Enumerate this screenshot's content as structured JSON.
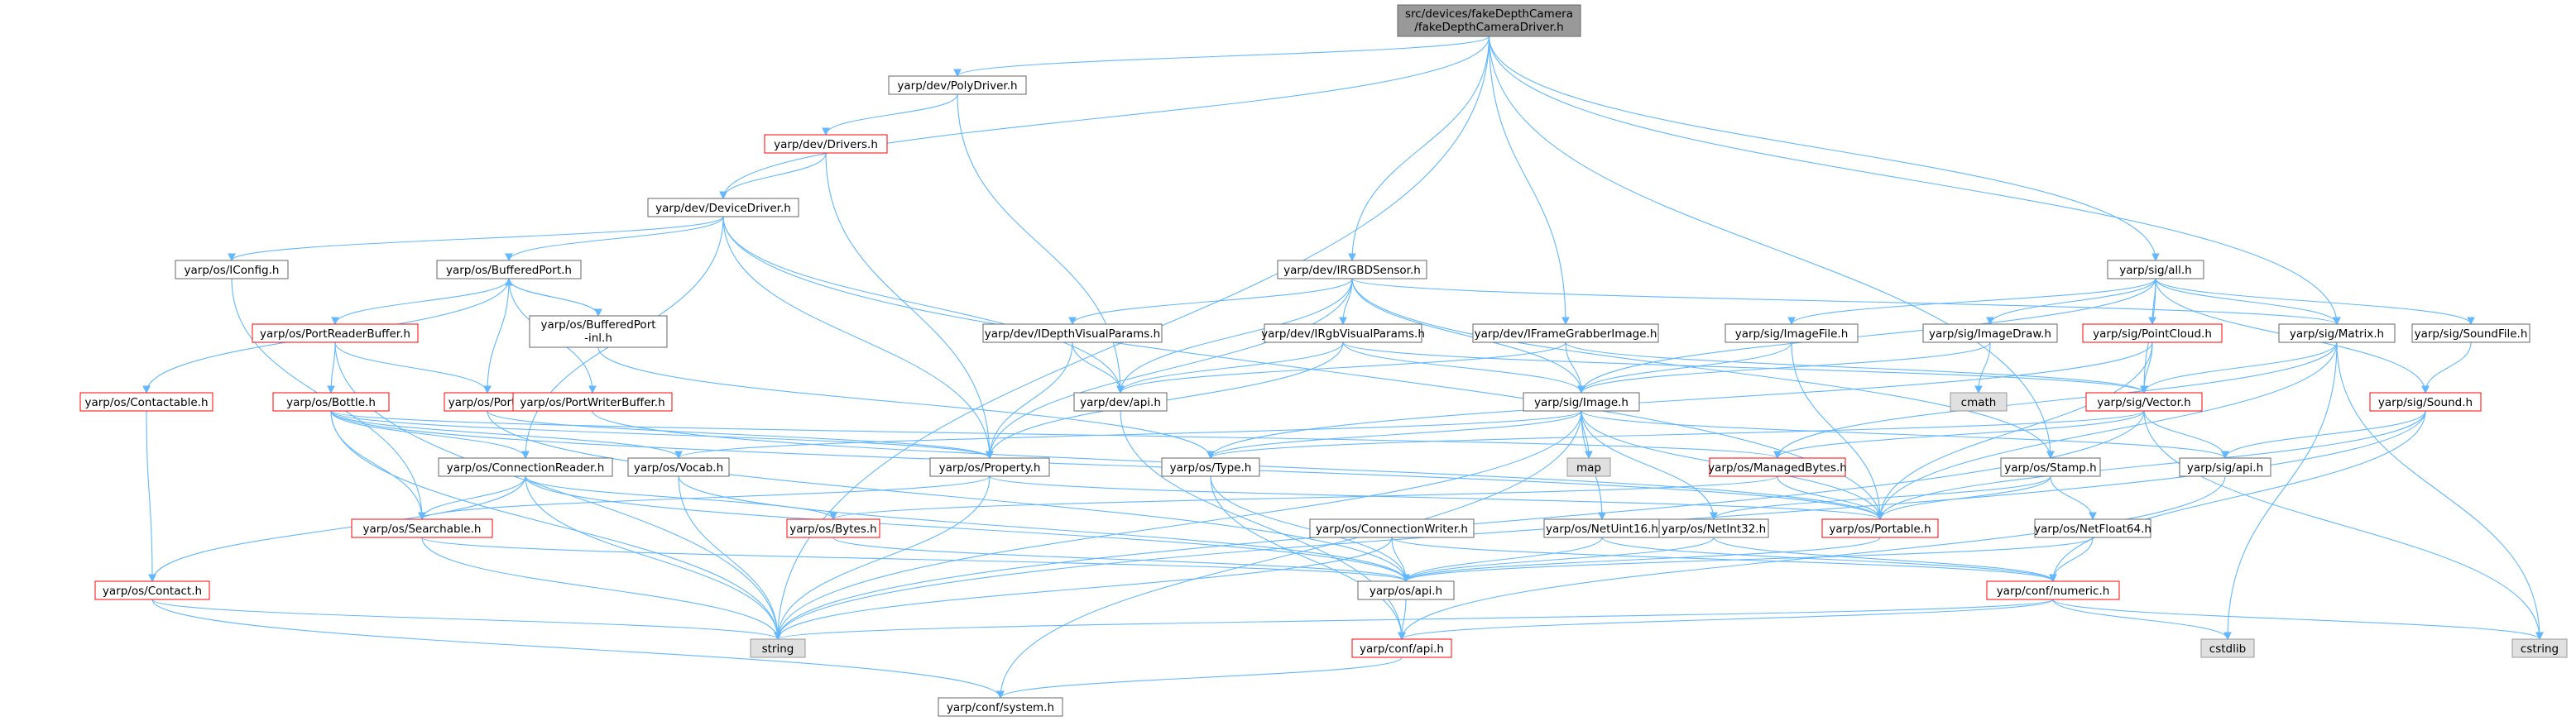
{
  "colors": {
    "edge": "#63b8ff",
    "root_fill": "#999999",
    "root_stroke": "#666666",
    "node_stroke_normal": "#666666",
    "node_stroke_truncated": "#ff0000",
    "node_fill": "#ffffff",
    "external_fill": "#e0e0e0",
    "external_stroke": "#999999"
  },
  "nodes": [
    {
      "id": "root",
      "label": [
        "src/devices/fakeDepthCamera",
        "/fakeDepthCameraDriver.h"
      ],
      "kind": "root"
    },
    {
      "id": "polydriver",
      "label": [
        "yarp/dev/PolyDriver.h"
      ],
      "kind": "normal"
    },
    {
      "id": "drivers",
      "label": [
        "yarp/dev/Drivers.h"
      ],
      "kind": "truncated"
    },
    {
      "id": "devicedriver",
      "label": [
        "yarp/dev/DeviceDriver.h"
      ],
      "kind": "normal"
    },
    {
      "id": "iconfig",
      "label": [
        "yarp/os/IConfig.h"
      ],
      "kind": "normal"
    },
    {
      "id": "bufferedport",
      "label": [
        "yarp/os/BufferedPort.h"
      ],
      "kind": "normal"
    },
    {
      "id": "portreaderbuffer",
      "label": [
        "yarp/os/PortReaderBuffer.h"
      ],
      "kind": "truncated"
    },
    {
      "id": "bufferedportinl",
      "label": [
        "yarp/os/BufferedPort",
        "-inl.h"
      ],
      "kind": "normal"
    },
    {
      "id": "contactable",
      "label": [
        "yarp/os/Contactable.h"
      ],
      "kind": "truncated"
    },
    {
      "id": "bottle",
      "label": [
        "yarp/os/Bottle.h"
      ],
      "kind": "truncated"
    },
    {
      "id": "port",
      "label": [
        "yarp/os/Port.h"
      ],
      "kind": "truncated"
    },
    {
      "id": "portwriterbuffer",
      "label": [
        "yarp/os/PortWriterBuffer.h"
      ],
      "kind": "truncated"
    },
    {
      "id": "irgbdsensor",
      "label": [
        "yarp/dev/IRGBDSensor.h"
      ],
      "kind": "normal"
    },
    {
      "id": "idepthvisual",
      "label": [
        "yarp/dev/IDepthVisualParams.h"
      ],
      "kind": "normal"
    },
    {
      "id": "irgbvisual",
      "label": [
        "yarp/dev/IRgbVisualParams.h"
      ],
      "kind": "normal"
    },
    {
      "id": "iframegrabber",
      "label": [
        "yarp/dev/IFrameGrabberImage.h"
      ],
      "kind": "normal"
    },
    {
      "id": "devapi",
      "label": [
        "yarp/dev/api.h"
      ],
      "kind": "normal"
    },
    {
      "id": "sigall",
      "label": [
        "yarp/sig/all.h"
      ],
      "kind": "normal"
    },
    {
      "id": "imagefile",
      "label": [
        "yarp/sig/ImageFile.h"
      ],
      "kind": "normal"
    },
    {
      "id": "imagedraw",
      "label": [
        "yarp/sig/ImageDraw.h"
      ],
      "kind": "normal"
    },
    {
      "id": "pointcloud",
      "label": [
        "yarp/sig/PointCloud.h"
      ],
      "kind": "truncated"
    },
    {
      "id": "matrix",
      "label": [
        "yarp/sig/Matrix.h"
      ],
      "kind": "normal"
    },
    {
      "id": "soundfile",
      "label": [
        "yarp/sig/SoundFile.h"
      ],
      "kind": "normal"
    },
    {
      "id": "cmath",
      "label": [
        "cmath"
      ],
      "kind": "external"
    },
    {
      "id": "image",
      "label": [
        "yarp/sig/Image.h"
      ],
      "kind": "normal"
    },
    {
      "id": "vector",
      "label": [
        "yarp/sig/Vector.h"
      ],
      "kind": "truncated"
    },
    {
      "id": "sound",
      "label": [
        "yarp/sig/Sound.h"
      ],
      "kind": "truncated"
    },
    {
      "id": "map",
      "label": [
        "map"
      ],
      "kind": "external"
    },
    {
      "id": "connectionreader",
      "label": [
        "yarp/os/ConnectionReader.h"
      ],
      "kind": "normal"
    },
    {
      "id": "vocab",
      "label": [
        "yarp/os/Vocab.h"
      ],
      "kind": "normal"
    },
    {
      "id": "property",
      "label": [
        "yarp/os/Property.h"
      ],
      "kind": "normal"
    },
    {
      "id": "type",
      "label": [
        "yarp/os/Type.h"
      ],
      "kind": "normal"
    },
    {
      "id": "managedbytes",
      "label": [
        "yarp/os/ManagedBytes.h"
      ],
      "kind": "truncated"
    },
    {
      "id": "stamp",
      "label": [
        "yarp/os/Stamp.h"
      ],
      "kind": "normal"
    },
    {
      "id": "sigapi",
      "label": [
        "yarp/sig/api.h"
      ],
      "kind": "normal"
    },
    {
      "id": "searchable",
      "label": [
        "yarp/os/Searchable.h"
      ],
      "kind": "truncated"
    },
    {
      "id": "bytes",
      "label": [
        "yarp/os/Bytes.h"
      ],
      "kind": "truncated"
    },
    {
      "id": "connectionwriter",
      "label": [
        "yarp/os/ConnectionWriter.h"
      ],
      "kind": "normal"
    },
    {
      "id": "netuint16",
      "label": [
        "yarp/os/NetUint16.h"
      ],
      "kind": "normal"
    },
    {
      "id": "netint32",
      "label": [
        "yarp/os/NetInt32.h"
      ],
      "kind": "normal"
    },
    {
      "id": "portable",
      "label": [
        "yarp/os/Portable.h"
      ],
      "kind": "truncated"
    },
    {
      "id": "netfloat64",
      "label": [
        "yarp/os/NetFloat64.h"
      ],
      "kind": "normal"
    },
    {
      "id": "contact",
      "label": [
        "yarp/os/Contact.h"
      ],
      "kind": "truncated"
    },
    {
      "id": "osapi",
      "label": [
        "yarp/os/api.h"
      ],
      "kind": "normal"
    },
    {
      "id": "confnumeric",
      "label": [
        "yarp/conf/numeric.h"
      ],
      "kind": "truncated"
    },
    {
      "id": "string",
      "label": [
        "string"
      ],
      "kind": "external"
    },
    {
      "id": "confapi",
      "label": [
        "yarp/conf/api.h"
      ],
      "kind": "truncated"
    },
    {
      "id": "cstdlib",
      "label": [
        "cstdlib"
      ],
      "kind": "external"
    },
    {
      "id": "cstring",
      "label": [
        "cstring"
      ],
      "kind": "external"
    },
    {
      "id": "confsystem",
      "label": [
        "yarp/conf/system.h"
      ],
      "kind": "normal"
    }
  ],
  "edges": [
    [
      "root",
      "polydriver"
    ],
    [
      "root",
      "devicedriver"
    ],
    [
      "root",
      "irgbdsensor"
    ],
    [
      "root",
      "iframegrabber"
    ],
    [
      "root",
      "sigall"
    ],
    [
      "root",
      "matrix"
    ],
    [
      "root",
      "stamp"
    ],
    [
      "root",
      "string"
    ],
    [
      "polydriver",
      "drivers"
    ],
    [
      "polydriver",
      "devapi"
    ],
    [
      "drivers",
      "devicedriver"
    ],
    [
      "drivers",
      "property"
    ],
    [
      "devicedriver",
      "iconfig"
    ],
    [
      "devicedriver",
      "bufferedport"
    ],
    [
      "devicedriver",
      "devapi"
    ],
    [
      "devicedriver",
      "property"
    ],
    [
      "devicedriver",
      "connectionreader"
    ],
    [
      "devicedriver",
      "portable"
    ],
    [
      "iconfig",
      "searchable"
    ],
    [
      "bufferedport",
      "portreaderbuffer"
    ],
    [
      "bufferedport",
      "bufferedportinl"
    ],
    [
      "bufferedport",
      "contactable"
    ],
    [
      "bufferedport",
      "port"
    ],
    [
      "bufferedport",
      "portwriterbuffer"
    ],
    [
      "bufferedportinl",
      "bufferedport"
    ],
    [
      "bufferedportinl",
      "type"
    ],
    [
      "portreaderbuffer",
      "bottle"
    ],
    [
      "portreaderbuffer",
      "port"
    ],
    [
      "portreaderbuffer",
      "string"
    ],
    [
      "contactable",
      "contact"
    ],
    [
      "bottle",
      "property"
    ],
    [
      "bottle",
      "searchable"
    ],
    [
      "bottle",
      "string"
    ],
    [
      "bottle",
      "portable"
    ],
    [
      "bottle",
      "managedbytes"
    ],
    [
      "bottle",
      "connectionreader"
    ],
    [
      "bottle",
      "vocab"
    ],
    [
      "port",
      "property"
    ],
    [
      "port",
      "osapi"
    ],
    [
      "portwriterbuffer",
      "portable"
    ],
    [
      "irgbdsensor",
      "idepthvisual"
    ],
    [
      "irgbdsensor",
      "irgbvisual"
    ],
    [
      "irgbdsensor",
      "devapi"
    ],
    [
      "irgbdsensor",
      "image"
    ],
    [
      "irgbdsensor",
      "property"
    ],
    [
      "irgbdsensor",
      "stamp"
    ],
    [
      "irgbdsensor",
      "matrix"
    ],
    [
      "idepthvisual",
      "devapi"
    ],
    [
      "idepthvisual",
      "property"
    ],
    [
      "irgbvisual",
      "devapi"
    ],
    [
      "irgbvisual",
      "property"
    ],
    [
      "irgbvisual",
      "image"
    ],
    [
      "irgbvisual",
      "vector"
    ],
    [
      "iframegrabber",
      "devapi"
    ],
    [
      "iframegrabber",
      "image"
    ],
    [
      "iframegrabber",
      "vector"
    ],
    [
      "devapi",
      "confapi"
    ],
    [
      "sigall",
      "imagefile"
    ],
    [
      "sigall",
      "imagedraw"
    ],
    [
      "sigall",
      "pointcloud"
    ],
    [
      "sigall",
      "matrix"
    ],
    [
      "sigall",
      "soundfile"
    ],
    [
      "sigall",
      "vector"
    ],
    [
      "sigall",
      "image"
    ],
    [
      "sigall",
      "sound"
    ],
    [
      "imagefile",
      "image"
    ],
    [
      "imagefile",
      "portable"
    ],
    [
      "imagedraw",
      "cmath"
    ],
    [
      "imagedraw",
      "image"
    ],
    [
      "pointcloud",
      "vector"
    ],
    [
      "pointcloud",
      "type"
    ],
    [
      "pointcloud",
      "portable"
    ],
    [
      "matrix",
      "vector"
    ],
    [
      "matrix",
      "cstdlib"
    ],
    [
      "matrix",
      "cstring"
    ],
    [
      "matrix",
      "managedbytes"
    ],
    [
      "matrix",
      "portable"
    ],
    [
      "soundfile",
      "sound"
    ],
    [
      "image",
      "map"
    ],
    [
      "image",
      "type"
    ],
    [
      "image",
      "sigapi"
    ],
    [
      "image",
      "vocab"
    ],
    [
      "image",
      "netuint16"
    ],
    [
      "image",
      "netint32"
    ],
    [
      "image",
      "portable"
    ],
    [
      "image",
      "confsystem"
    ],
    [
      "image",
      "string"
    ],
    [
      "vector",
      "type"
    ],
    [
      "vector",
      "managedbytes"
    ],
    [
      "vector",
      "sigapi"
    ],
    [
      "vector",
      "string"
    ],
    [
      "vector",
      "cstring"
    ],
    [
      "sound",
      "sigapi"
    ],
    [
      "sound",
      "portable"
    ],
    [
      "sound",
      "string"
    ],
    [
      "sound",
      "confnumeric"
    ],
    [
      "connectionreader",
      "searchable"
    ],
    [
      "connectionreader",
      "bytes"
    ],
    [
      "connectionreader",
      "contact"
    ],
    [
      "connectionreader",
      "osapi"
    ],
    [
      "connectionreader",
      "string"
    ],
    [
      "vocab",
      "string"
    ],
    [
      "vocab",
      "osapi"
    ],
    [
      "property",
      "searchable"
    ],
    [
      "property",
      "portable"
    ],
    [
      "property",
      "string"
    ],
    [
      "type",
      "osapi"
    ],
    [
      "type",
      "confapi"
    ],
    [
      "managedbytes",
      "bytes"
    ],
    [
      "managedbytes",
      "portable"
    ],
    [
      "stamp",
      "portable"
    ],
    [
      "stamp",
      "netfloat64"
    ],
    [
      "stamp",
      "netint32"
    ],
    [
      "sigapi",
      "confapi"
    ],
    [
      "searchable",
      "string"
    ],
    [
      "searchable",
      "osapi"
    ],
    [
      "bytes",
      "osapi"
    ],
    [
      "connectionwriter",
      "osapi"
    ],
    [
      "connectionwriter",
      "confnumeric"
    ],
    [
      "connectionwriter",
      "string"
    ],
    [
      "netuint16",
      "osapi"
    ],
    [
      "netuint16",
      "confnumeric"
    ],
    [
      "netint32",
      "osapi"
    ],
    [
      "netint32",
      "confnumeric"
    ],
    [
      "portable",
      "osapi"
    ],
    [
      "netfloat64",
      "confnumeric"
    ],
    [
      "netfloat64",
      "osapi"
    ],
    [
      "contact",
      "string"
    ],
    [
      "contact",
      "confsystem"
    ],
    [
      "osapi",
      "confapi"
    ],
    [
      "confnumeric",
      "confapi"
    ],
    [
      "confnumeric",
      "cstring"
    ],
    [
      "confnumeric",
      "cstdlib"
    ],
    [
      "confnumeric",
      "string"
    ],
    [
      "confapi",
      "confsystem"
    ]
  ]
}
